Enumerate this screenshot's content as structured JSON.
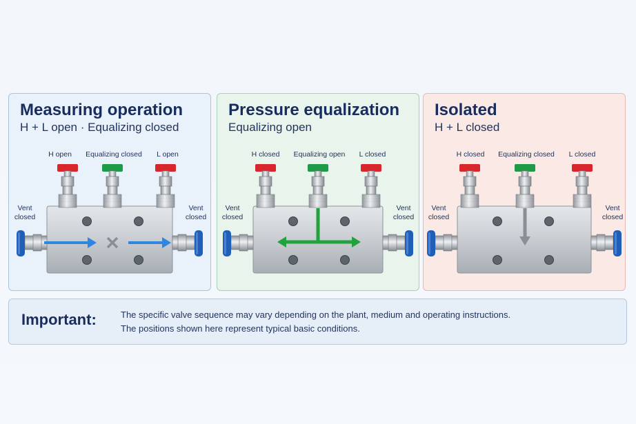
{
  "panels": [
    {
      "title": "Measuring operation",
      "subtitle": "H + L open · Equalizing closed",
      "valves": {
        "left": "H open",
        "center": "Equalizing closed",
        "right": "L open"
      },
      "vent_left": [
        "Vent",
        "closed"
      ],
      "vent_right": [
        "Vent",
        "closed"
      ],
      "flow": "blocked-center"
    },
    {
      "title": "Pressure equalization",
      "subtitle": "Equalizing open",
      "valves": {
        "left": "H closed",
        "center": "Equalizing open",
        "right": "L closed"
      },
      "vent_left": [
        "Vent",
        "closed"
      ],
      "vent_right": [
        "Vent",
        "closed"
      ],
      "flow": "equalize"
    },
    {
      "title": "Isolated",
      "subtitle": "H + L closed",
      "valves": {
        "left": "H closed",
        "center": "Equalizing closed",
        "right": "L closed"
      },
      "vent_left": [
        "Vent",
        "closed"
      ],
      "vent_right": [
        "Vent",
        "closed"
      ],
      "flow": "isolated"
    }
  ],
  "important": {
    "title": "Important:",
    "line1": "The specific valve sequence may vary depending on the plant, medium and operating instructions.",
    "line2": "The positions shown here represent typical basic conditions."
  },
  "colors": {
    "handle_red": "#d8262c",
    "handle_green": "#1f9a48",
    "vent_blue": "#1f5fb8",
    "flow_blue": "#2f86e0",
    "flow_green": "#22a23c",
    "flow_gray": "#8a8f96"
  }
}
